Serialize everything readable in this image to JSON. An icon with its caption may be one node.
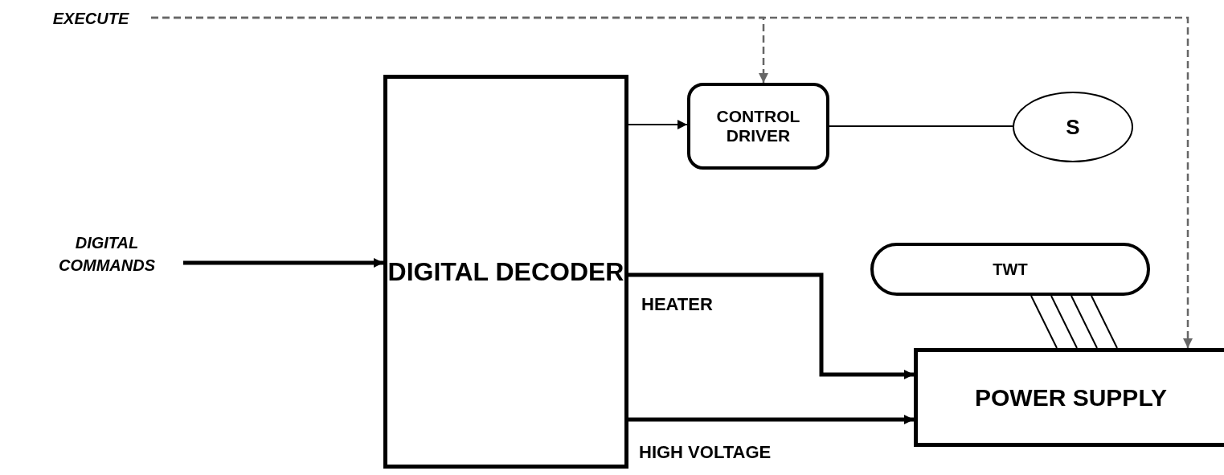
{
  "diagram": {
    "nodes": [
      {
        "text": [
          "EXECUTE"
        ]
      },
      {
        "text": [
          "DIGITAL COMMANDS"
        ]
      },
      {
        "text": [
          "DIGITAL DECODER"
        ]
      },
      {
        "text": [
          "CONTROL DRIVER"
        ]
      },
      {
        "text": [
          "S"
        ]
      },
      {
        "text": [
          "TWT"
        ]
      },
      {
        "text": [
          "POWER SUPPLY"
        ]
      }
    ],
    "edges": [
      {
        "from": 0,
        "to": 3,
        "arrow": "to",
        "style": "dashed",
        "color": "#666666"
      },
      {
        "from": 0,
        "to": 6,
        "arrow": "to",
        "style": "dashed",
        "color": "#666666"
      },
      {
        "from": 1,
        "to": 2,
        "arrow": "to",
        "style": "thick"
      },
      {
        "from": 2,
        "to": 3,
        "arrow": "to"
      },
      {
        "from": 3,
        "to": 4,
        "arrow": "none"
      },
      {
        "from": 2,
        "to": 6,
        "arrow": "to",
        "label": "HEATER",
        "style": "thick"
      },
      {
        "from": 2,
        "to": 6,
        "arrow": "to",
        "label": "HIGH VOLTAGE",
        "style": "thick"
      },
      {
        "from": 5,
        "to": 6,
        "arrow": "none"
      },
      {
        "from": 5,
        "to": 6,
        "arrow": "none"
      },
      {
        "from": 5,
        "to": 6,
        "arrow": "none"
      },
      {
        "from": 5,
        "to": 6,
        "arrow": "none"
      }
    ]
  }
}
